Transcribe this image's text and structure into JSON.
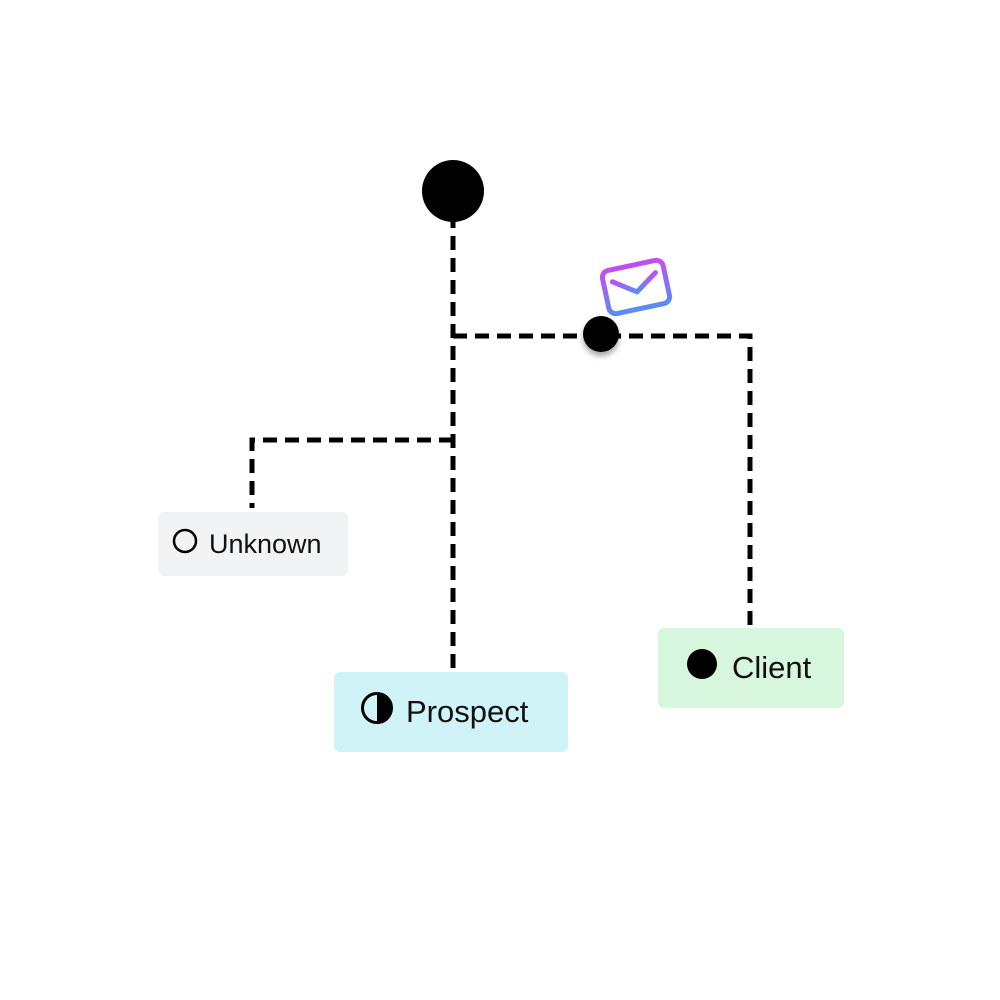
{
  "diagram": {
    "nodes": [
      {
        "id": "unknown",
        "label": "Unknown",
        "status_icon": "empty-circle-icon",
        "background": "#f2f3f5"
      },
      {
        "id": "prospect",
        "label": "Prospect",
        "status_icon": "half-filled-circle-icon",
        "background": "#cff3f6"
      },
      {
        "id": "client",
        "label": "Client",
        "status_icon": "filled-circle-icon",
        "background": "#d6f7dd"
      }
    ],
    "decorations": {
      "root_dot": "filled-circle",
      "branch_dot": "filled-circle",
      "branch_icon": "envelope-icon",
      "envelope_gradient": [
        "#c14ff0",
        "#5b8cf5"
      ]
    }
  }
}
